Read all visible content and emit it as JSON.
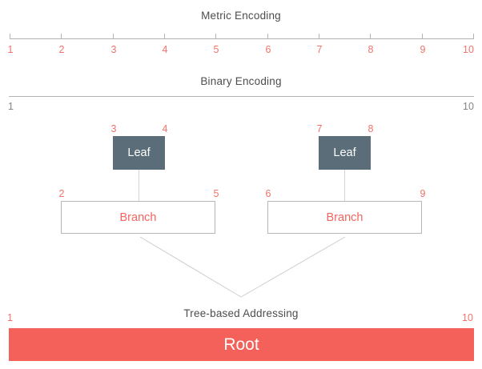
{
  "colors": {
    "accent_red": "#f4655f",
    "red_number": "#f2726b",
    "leaf_fill": "#5b6d78",
    "root_fill": "#f4615b",
    "title_gray": "#4d4d4d",
    "gray_number": "#858585",
    "line_gray": "#b3b3b3"
  },
  "metric_encoding": {
    "title": "Metric Encoding",
    "ticks": [
      "1",
      "2",
      "3",
      "4",
      "5",
      "6",
      "7",
      "8",
      "9",
      "10"
    ]
  },
  "binary_encoding": {
    "title": "Binary Encoding",
    "left_label": "1",
    "right_label": "10"
  },
  "tree": {
    "title": "Tree-based Addressing",
    "leaves": [
      {
        "label": "Leaf",
        "left_number": "3",
        "right_number": "4"
      },
      {
        "label": "Leaf",
        "left_number": "7",
        "right_number": "8"
      }
    ],
    "branches": [
      {
        "label": "Branch",
        "left_number": "2",
        "right_number": "5"
      },
      {
        "label": "Branch",
        "left_number": "6",
        "right_number": "9"
      }
    ],
    "root": {
      "label": "Root",
      "left_number": "1",
      "right_number": "10"
    }
  }
}
